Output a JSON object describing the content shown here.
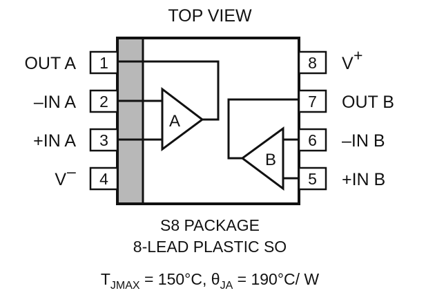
{
  "view_label": "TOP VIEW",
  "pins_left": [
    {
      "number": "1",
      "label": "OUT A"
    },
    {
      "number": "2",
      "label": "–IN A"
    },
    {
      "number": "3",
      "label": "+IN A"
    },
    {
      "number": "4",
      "label": "V",
      "sup": "–"
    }
  ],
  "pins_right": [
    {
      "number": "8",
      "label": "V",
      "sup": "+"
    },
    {
      "number": "7",
      "label": "OUT B"
    },
    {
      "number": "6",
      "label": "–IN B"
    },
    {
      "number": "5",
      "label": "+IN B"
    }
  ],
  "amplifiers": {
    "a": "A",
    "b": "B"
  },
  "package_line1": "S8 PACKAGE",
  "package_line2": "8-LEAD PLASTIC SO",
  "thermal": {
    "t_sym": "T",
    "t_sub": "JMAX",
    "t_val": " = 150°C, ",
    "theta_sym": "θ",
    "theta_sub": "JA",
    "theta_val": " = 190°C/ W"
  },
  "colors": {
    "stripe": "#b8b8b8",
    "line": "#111111"
  }
}
